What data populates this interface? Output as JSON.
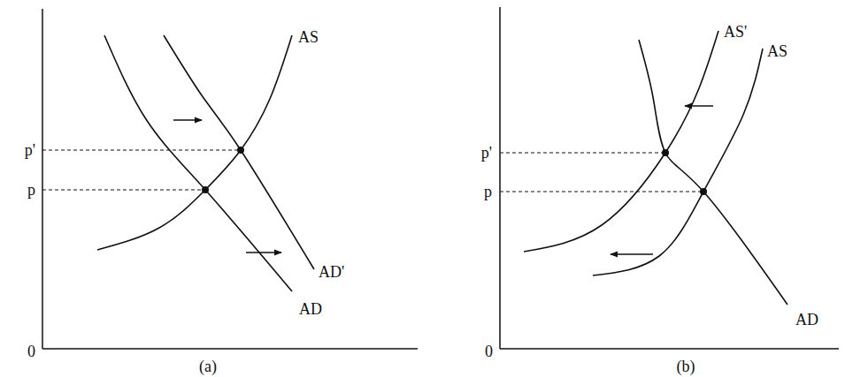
{
  "diagram": {
    "labels": [
      "p'",
      "p",
      "AS",
      "AD'",
      "AD",
      "0",
      "(a)",
      "p'",
      "p",
      "AS'",
      "AS",
      "AD",
      "0",
      "(b)"
    ]
  }
}
